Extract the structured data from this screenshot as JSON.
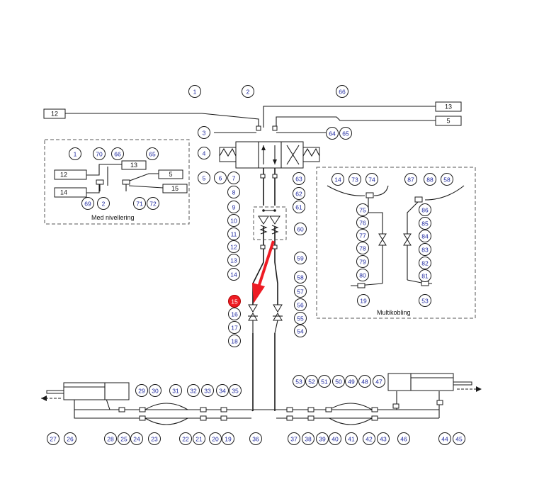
{
  "diagram": {
    "highlight_color": "#ee1c24",
    "callout_text_color": "#1f2aa0",
    "highlighted_callout": "15",
    "subdiagram_left_caption": "Med nivellering",
    "subdiagram_right_caption": "Multikobling",
    "box_labels": [
      "12",
      "13",
      "5",
      "12",
      "13",
      "5",
      "14",
      "15"
    ],
    "callouts": [
      "1",
      "2",
      "3",
      "4",
      "5",
      "6",
      "7",
      "8",
      "9",
      "10",
      "11",
      "12",
      "13",
      "14",
      "15",
      "16",
      "17",
      "18",
      "19",
      "20",
      "21",
      "22",
      "23",
      "24",
      "25",
      "26",
      "27",
      "28",
      "29",
      "30",
      "31",
      "32",
      "33",
      "34",
      "35",
      "36",
      "37",
      "38",
      "39",
      "40",
      "41",
      "42",
      "43",
      "44",
      "45",
      "46",
      "47",
      "48",
      "49",
      "50",
      "51",
      "52",
      "53",
      "54",
      "55",
      "56",
      "57",
      "58",
      "59",
      "60",
      "61",
      "62",
      "63",
      "64",
      "65",
      "66",
      "1",
      "70",
      "66",
      "65",
      "69",
      "2",
      "71",
      "72",
      "14",
      "73",
      "74",
      "75",
      "76",
      "77",
      "78",
      "79",
      "80",
      "19",
      "87",
      "88",
      "58",
      "86",
      "85",
      "84",
      "83",
      "82",
      "81",
      "53"
    ]
  }
}
